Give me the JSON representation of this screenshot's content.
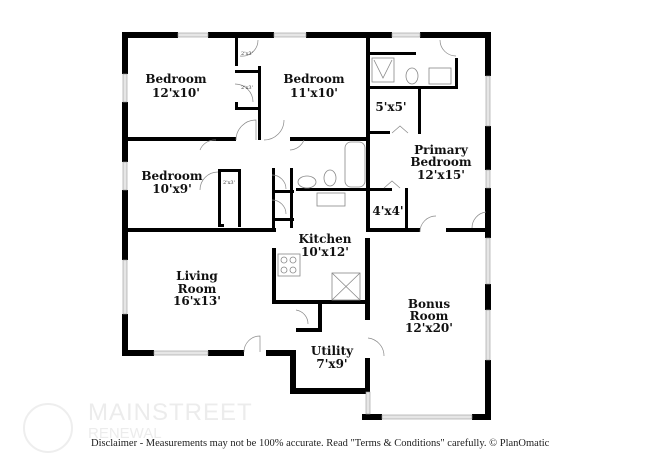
{
  "rooms": {
    "bedroom_nw": {
      "name": "Bedroom",
      "size": "12'x10'"
    },
    "bedroom_n": {
      "name": "Bedroom",
      "size": "11'x10'"
    },
    "bedroom_w": {
      "name": "Bedroom",
      "size": "10'x9'"
    },
    "primary": {
      "name_line1": "Primary",
      "name_line2": "Bedroom",
      "size": "12'x15'"
    },
    "closet_5x5": {
      "size": "5'x5'"
    },
    "closet_4x4": {
      "size": "4'x4'"
    },
    "kitchen": {
      "name": "Kitchen",
      "size": "10'x12'"
    },
    "living": {
      "name_line1": "Living",
      "name_line2": "Room",
      "size": "16'x13'"
    },
    "bonus": {
      "name_line1": "Bonus",
      "name_line2": "Room",
      "size": "12'x20'"
    },
    "utility": {
      "name": "Utility",
      "size": "7'x9'"
    },
    "closets_small": [
      "2'x3'",
      "2'x3'",
      "2'x3'"
    ]
  },
  "watermark": {
    "line1": "MAINSTREET",
    "line2": "RENEWAL"
  },
  "disclaimer": "Disclaimer - Measurements may not be 100% accurate. Read \"Terms & Conditions\" carefully. © PlanOmatic"
}
